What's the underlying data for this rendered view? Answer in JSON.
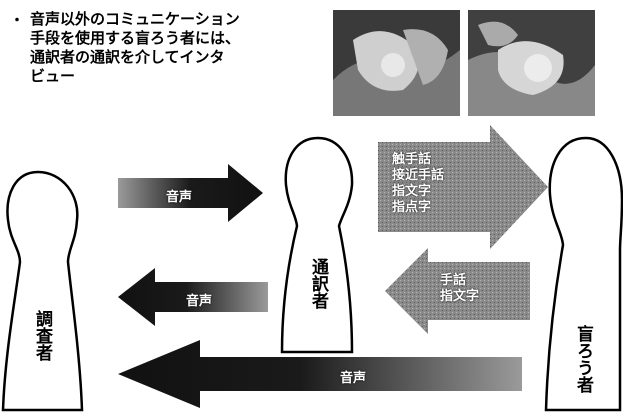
{
  "bullet": {
    "marker": "・",
    "text": "音声以外のコミュニケーション\n手段を使用する盲ろう者には、\n通訳者の通訳を介してインタ\nビュー"
  },
  "people": {
    "investigator": "調査者",
    "interpreter": "通訳者",
    "deafblind": "盲ろう者"
  },
  "arrows": {
    "investigator_to_interpreter": "音声",
    "interpreter_to_investigator": "音声",
    "deafblind_to_investigator": "音声",
    "interpreter_to_deafblind": [
      "触手話",
      "接近手話",
      "指文字",
      "指点字"
    ],
    "deafblind_to_interpreter": [
      "手話",
      "指文字"
    ]
  },
  "photos": [
    "tactile-signing-photo-1",
    "tactile-signing-photo-2"
  ],
  "colors": {
    "dark_arrow": "#111111",
    "gray_arrow": "#8a8a8a",
    "outline": "#000000"
  }
}
